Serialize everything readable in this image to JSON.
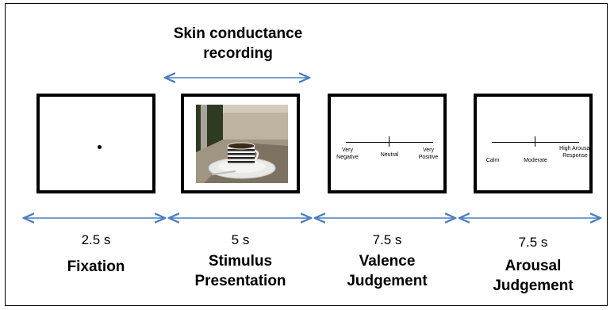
{
  "header": {
    "recording_label": "Skin conductance recording"
  },
  "phases": [
    {
      "duration": "2.5 s",
      "name": "Fixation"
    },
    {
      "duration": "5 s",
      "name": "Stimulus Presentation"
    },
    {
      "duration": "7.5 s",
      "name": "Valence Judgement"
    },
    {
      "duration": "7.5 s",
      "name": "Arousal Judgement"
    }
  ],
  "valence_scale": {
    "left": "Very Negative",
    "middle": "Neutral",
    "right": "Very Positive"
  },
  "arousal_scale": {
    "left": "Calm",
    "middle": "Moderate",
    "right": "High Arousal Response"
  },
  "colors": {
    "arrow": "#4a7fc0",
    "border": "#000000"
  }
}
